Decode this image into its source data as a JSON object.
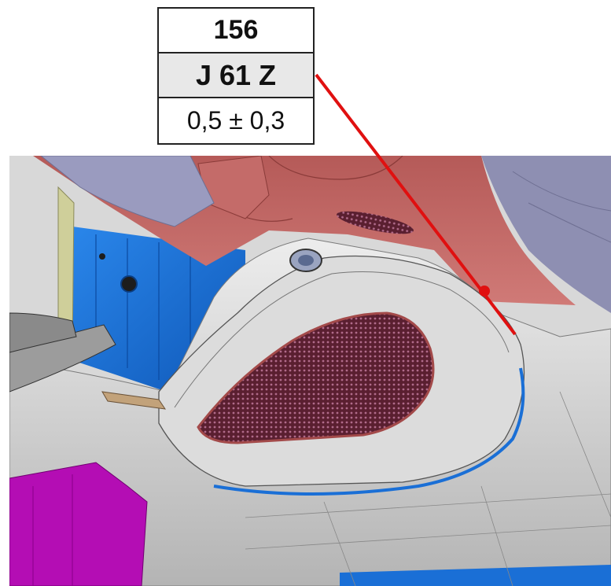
{
  "callout": {
    "id": "156",
    "code": "J 61 Z",
    "tolerance": "0,5 ± 0,3"
  },
  "colors": {
    "leader": "#e01010",
    "headliner": "#c0605e",
    "grey_panel": "#c9c9c9",
    "blue_part": "#1a6fd6",
    "magenta_part": "#b40db4",
    "speaker_grille": "#6b2a3c",
    "lavender_part": "#8e8fb2"
  }
}
